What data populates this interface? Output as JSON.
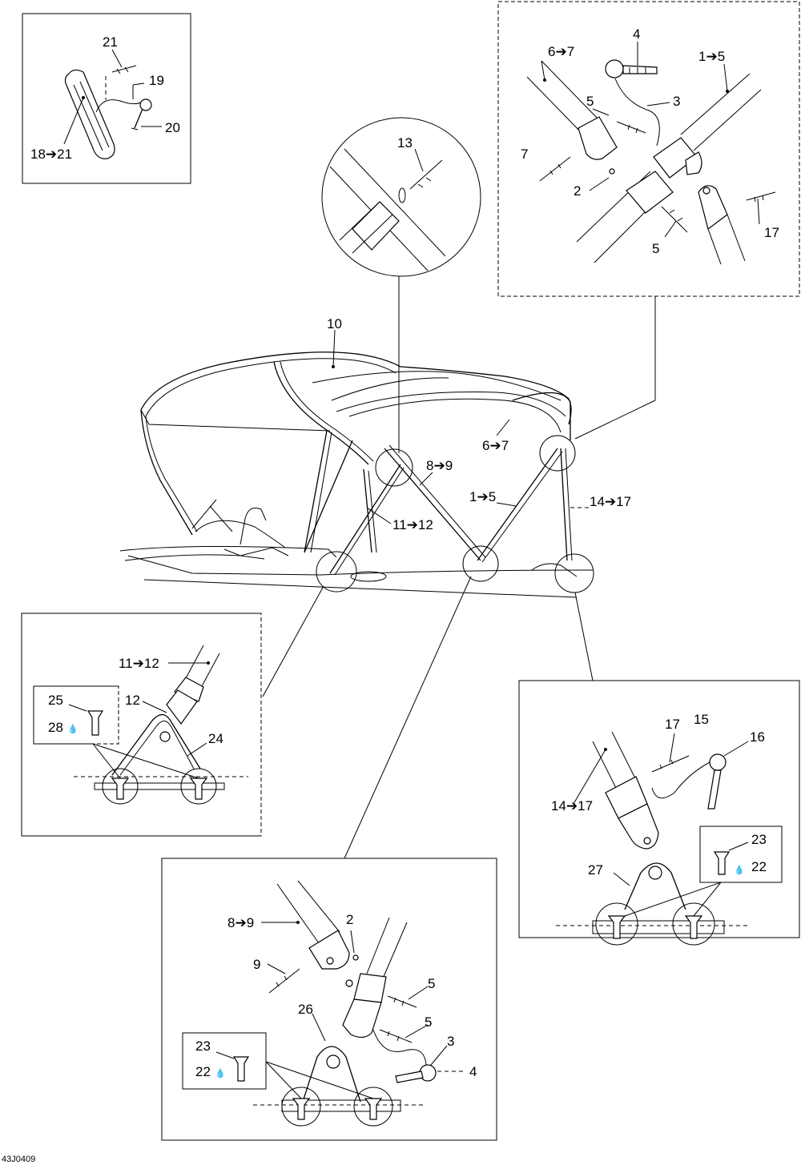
{
  "diagram_code": "43J0409",
  "arrow": "➔",
  "drop_symbol": "💧",
  "panels": {
    "pin_kit": {
      "labels": {
        "a": "21",
        "b": "19",
        "c": "20",
        "d": "18➔21"
      }
    },
    "top_joint": {
      "labels": {
        "a": "4",
        "b": "6➔7",
        "c": "1➔5",
        "d": "5",
        "e": "3",
        "f": "7",
        "g": "2",
        "h": "5",
        "i": "17"
      }
    },
    "zoom_circle": {
      "labels": {
        "a": "13"
      }
    },
    "main": {
      "labels": {
        "a": "10",
        "b": "6➔7",
        "c": "8➔9",
        "d": "1➔5",
        "e": "11➔12",
        "f": "14➔17"
      }
    },
    "left_mount": {
      "labels": {
        "a": "11➔12",
        "b": "25",
        "c": "28",
        "d": "12",
        "e": "24"
      }
    },
    "right_mount": {
      "labels": {
        "a": "17",
        "b": "15",
        "c": "16",
        "d": "14➔17",
        "e": "23",
        "f": "22",
        "g": "27"
      }
    },
    "center_mount": {
      "labels": {
        "a": "8➔9",
        "b": "2",
        "c": "9",
        "d": "5",
        "e": "26",
        "f": "5",
        "g": "3",
        "h": "23",
        "i": "22",
        "j": "4"
      }
    }
  }
}
